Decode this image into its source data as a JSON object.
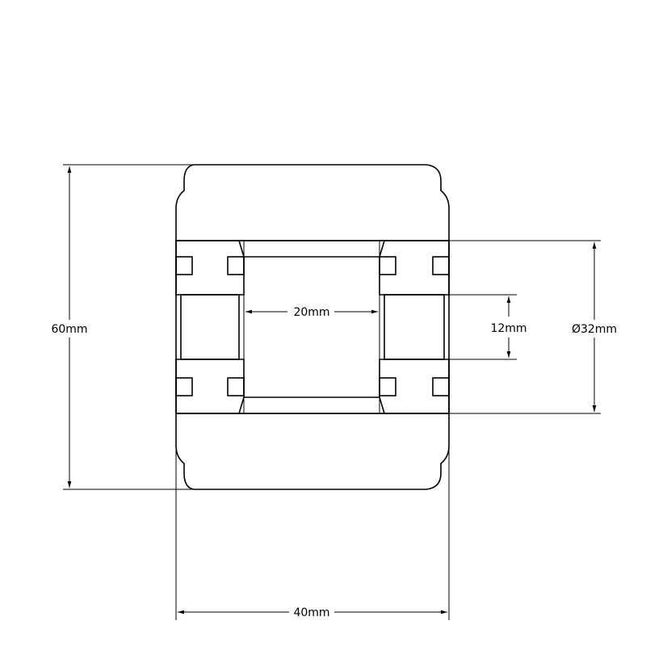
{
  "drawing": {
    "line_color": "#000000",
    "background": "#ffffff",
    "dimensions": {
      "height": "60mm",
      "width": "40mm",
      "bore_length": "20mm",
      "bearing_width": "12mm",
      "diameter": "Ø32mm"
    }
  }
}
